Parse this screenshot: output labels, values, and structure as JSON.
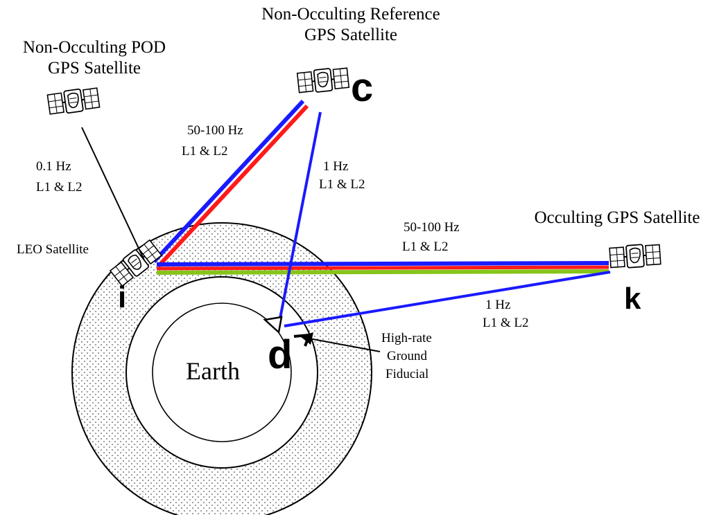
{
  "labels": {
    "pod_title_1": "Non-Occulting POD",
    "pod_title_2": "GPS Satellite",
    "ref_title_1": "Non-Occulting Reference",
    "ref_title_2": "GPS Satellite",
    "occ_title": "Occulting GPS Satellite",
    "leo_title": "LEO Satellite",
    "earth": "Earth",
    "fiducial_1": "High-rate",
    "fiducial_2": "Ground",
    "fiducial_3": "Fiducial"
  },
  "points": {
    "c": "c",
    "i": "i",
    "k": "k",
    "d": "d"
  },
  "links": {
    "pod_leo": {
      "rate": "0.1 Hz",
      "bands": "L1 & L2"
    },
    "ref_leo": {
      "rate": "50-100 Hz",
      "bands": "L1 & L2"
    },
    "ref_ground": {
      "rate": "1 Hz",
      "bands": "L1 & L2"
    },
    "occ_leo": {
      "rate": "50-100 Hz",
      "bands": "L1 & L2"
    },
    "occ_ground": {
      "rate": "1 Hz",
      "bands": "L1 & L2"
    }
  },
  "colors": {
    "l1_blue": "#1a1aff",
    "l2_red": "#ff1a1a",
    "occultation_green": "#86c41a",
    "atmosphere_dots": "#555555"
  },
  "icons": [
    "satellite-icon",
    "satellite-icon",
    "satellite-icon",
    "satellite-icon"
  ]
}
